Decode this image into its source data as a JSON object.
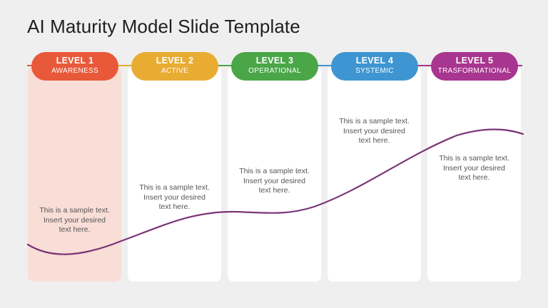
{
  "title": "AI Maturity Model Slide Template",
  "colors": {
    "background": "#efefef",
    "card": "#ffffff",
    "active_card": "#f9ddd7",
    "curve": "#7a3577"
  },
  "levels": [
    {
      "label": "LEVEL 1",
      "name": "AWARENESS",
      "color": "#e8593a",
      "text_lines": [
        "This is a sample text.",
        "Insert your desired",
        "text here."
      ]
    },
    {
      "label": "LEVEL 2",
      "name": "ACTIVE",
      "color": "#e9ac33",
      "text_lines": [
        "This is a sample text.",
        "Insert your desired",
        "text here."
      ]
    },
    {
      "label": "LEVEL 3",
      "name": "OPERATIONAL",
      "color": "#4aa647",
      "text_lines": [
        "This is a sample text.",
        "Insert your desired",
        "text here."
      ]
    },
    {
      "label": "LEVEL 4",
      "name": "SYSTEMIC",
      "color": "#3f95d1",
      "text_lines": [
        "This is a sample text.",
        "Insert your desired",
        "text here."
      ]
    },
    {
      "label": "LEVEL 5",
      "name": "TRASFORMATIONAL",
      "color": "#a8358f",
      "text_lines": [
        "This is a sample text.",
        "Insert your desired",
        "text here."
      ]
    }
  ]
}
